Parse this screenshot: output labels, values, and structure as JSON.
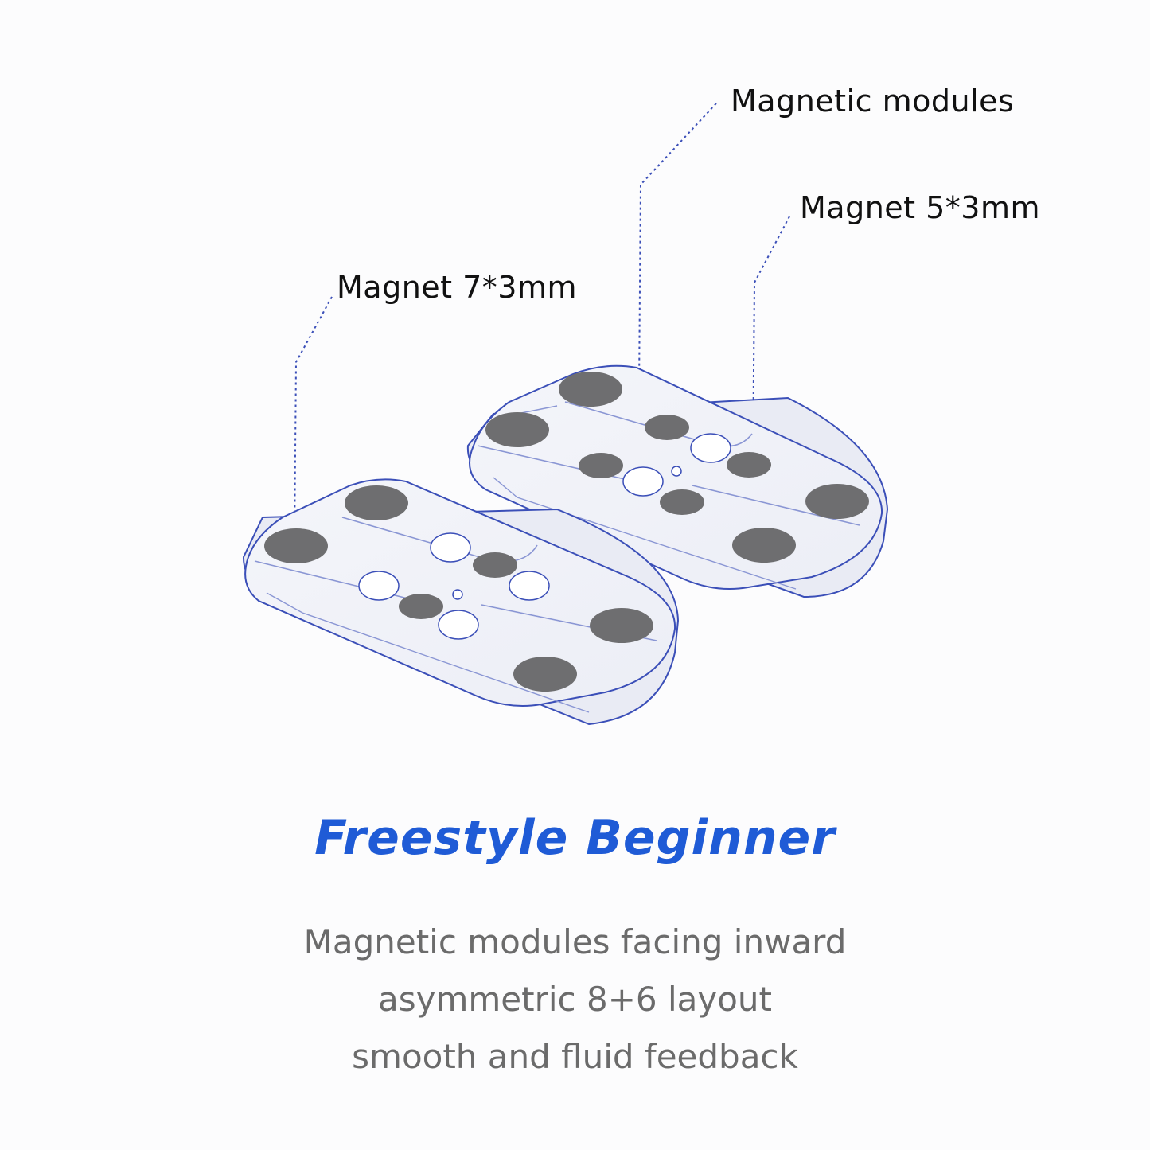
{
  "callouts": {
    "magnetic_modules": "Magnetic modules",
    "magnet_5x3": "Magnet 5*3mm",
    "magnet_7x3": "Magnet 7*3mm"
  },
  "title": "Freestyle Beginner",
  "description": [
    "Magnetic modules facing inward",
    "asymmetric 8+6 layout",
    "smooth and fluid feedback"
  ],
  "colors": {
    "outline": "#3b4fb8",
    "magnet": "#6e6e70",
    "title": "#1f5bd6",
    "text": "#6b6b6b",
    "leader": "#3b4fb8"
  }
}
